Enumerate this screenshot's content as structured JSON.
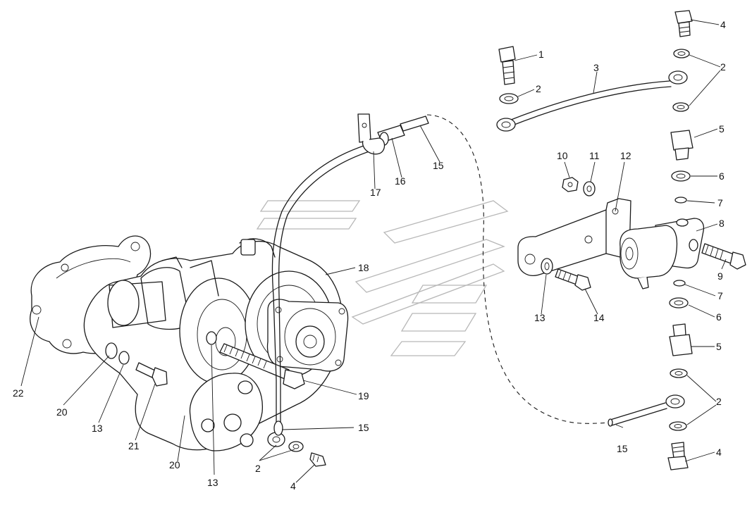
{
  "callouts": {
    "c1": "1",
    "c2a": "2",
    "c2b": "2",
    "c2c": "2",
    "c2d": "2",
    "c3": "3",
    "c4a": "4",
    "c4b": "4",
    "c4c": "4",
    "c5a": "5",
    "c5b": "5",
    "c6a": "6",
    "c6b": "6",
    "c7a": "7",
    "c7b": "7",
    "c8": "8",
    "c9": "9",
    "c10": "10",
    "c11": "11",
    "c12": "12",
    "c13a": "13",
    "c13b": "13",
    "c13c": "13",
    "c14": "14",
    "c15a": "15",
    "c15b": "15",
    "c15c": "15",
    "c16": "16",
    "c17": "17",
    "c18": "18",
    "c19": "19",
    "c20a": "20",
    "c20b": "20",
    "c21": "21",
    "c22": "22"
  }
}
